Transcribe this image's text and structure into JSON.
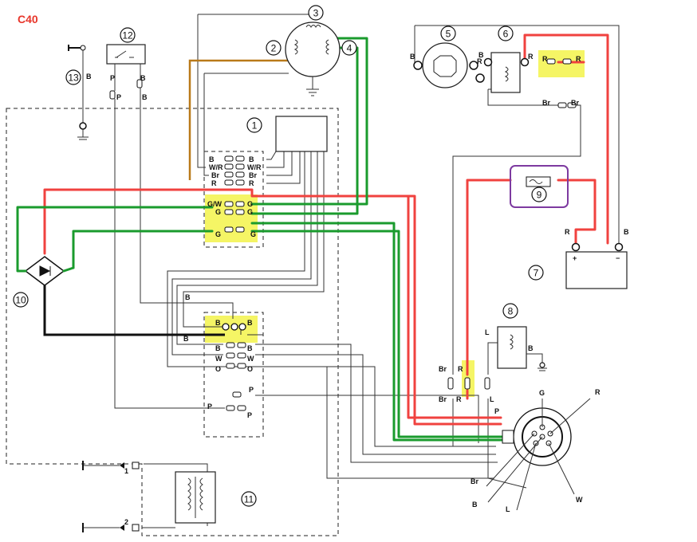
{
  "diagram_title": "C40",
  "component_numbers": [
    "1",
    "2",
    "3",
    "4",
    "5",
    "6",
    "7",
    "8",
    "9",
    "10",
    "11",
    "12",
    "13"
  ],
  "wire_labels": {
    "blk": "B",
    "white_red": "W/R",
    "brown": "Br",
    "red": "R",
    "green_white": "G/W",
    "green": "G",
    "white": "W",
    "orange": "O",
    "pink": "P",
    "blue": "L"
  },
  "terminal_numbers": [
    "1",
    "2"
  ],
  "battery_terminals": {
    "positive": "+",
    "negative": "−"
  },
  "colors": {
    "title": "#e8362b",
    "red_wire": "#f0423f",
    "green_wire": "#1a9b2d",
    "brown_wire": "#b97a1a",
    "highlight": "#f3f34a",
    "fuse_frame": "#7d3aa0"
  }
}
